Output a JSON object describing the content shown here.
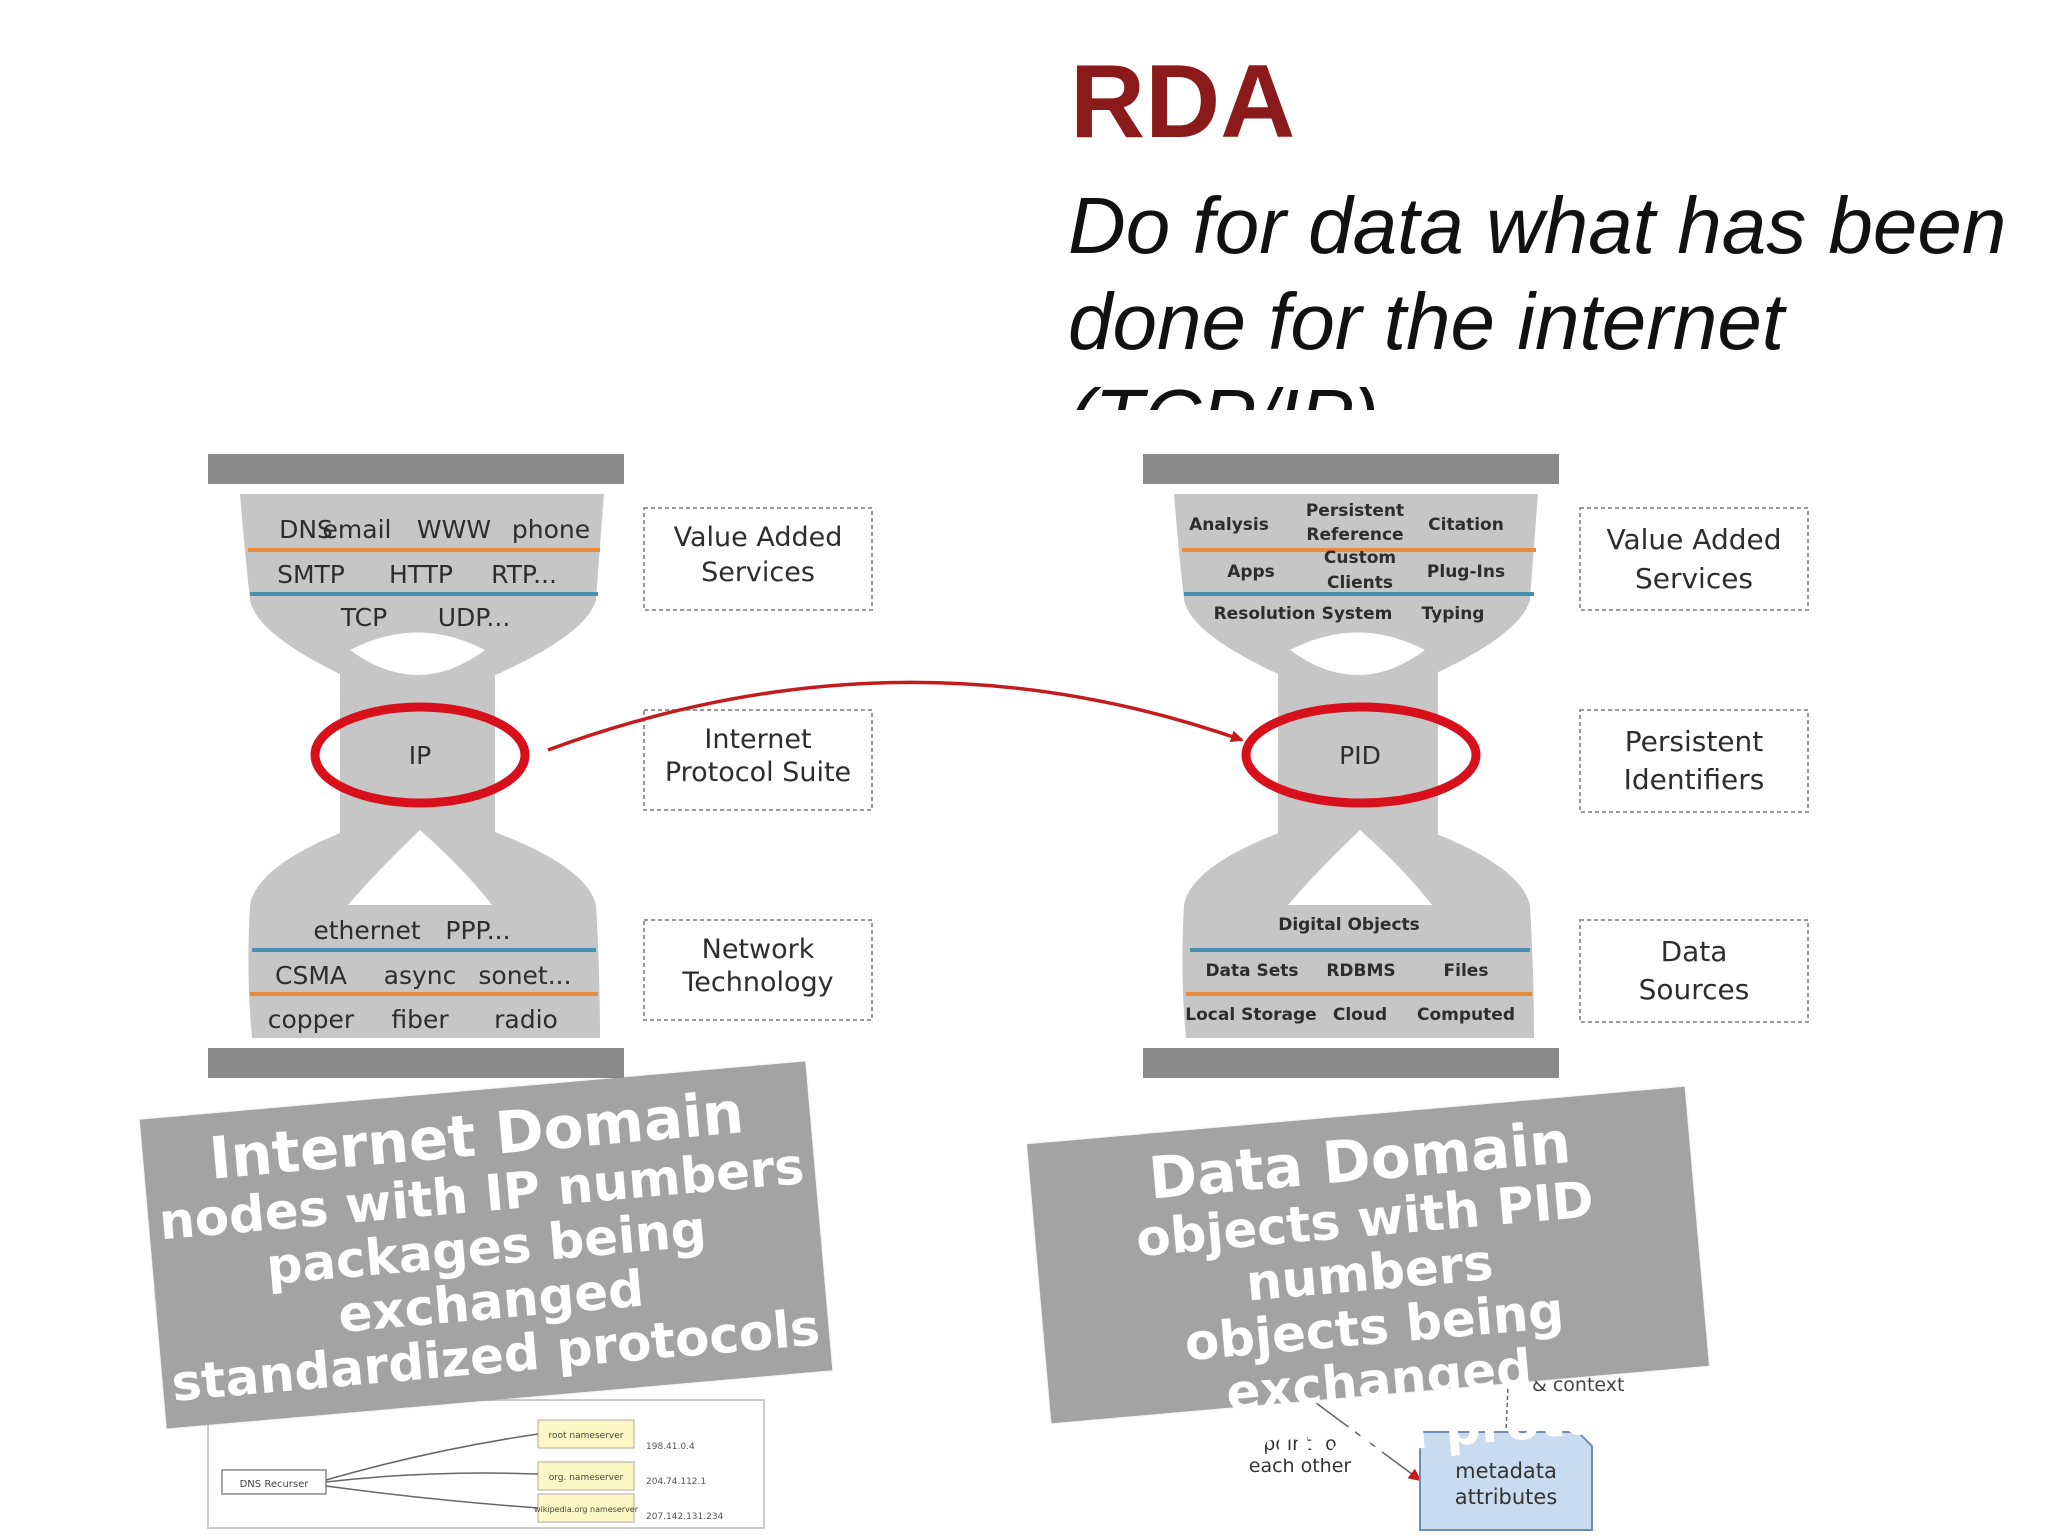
{
  "title": "RDA",
  "subtitle": "Do for data what has been done for the internet (TCP/IP)",
  "colors": {
    "title": "#8b1a1a",
    "hourglass_gray": "#c6c6c6",
    "highlight_ring": "#d8101c",
    "orange_line": "#e98a3c",
    "blue_line": "#4a8fb0",
    "callout_gray": "#a3a3a3",
    "metadata_box": "#c9dcef"
  },
  "left_diagram": {
    "top_rows": [
      [
        "DNS",
        "email",
        "WWW",
        "phone"
      ],
      [
        "SMTP",
        "HTTP",
        "RTP..."
      ],
      [
        "TCP",
        "UDP..."
      ]
    ],
    "waist_label": "IP",
    "bottom_rows": [
      [
        "ethernet",
        "PPP..."
      ],
      [
        "CSMA",
        "async",
        "sonet..."
      ],
      [
        "copper",
        "fiber",
        "radio"
      ]
    ],
    "side_boxes": [
      [
        "Value Added",
        "Services"
      ],
      [
        "Internet",
        "Protocol Suite"
      ],
      [
        "Network",
        "Technology"
      ]
    ],
    "dns_snippet": {
      "recurser": "DNS Recurser",
      "servers": [
        "root nameserver",
        "org. nameserver",
        "wikipedia.org nameserver"
      ],
      "ips": [
        "198.41.0.4",
        "204.74.112.1",
        "207.142.131.234"
      ]
    }
  },
  "right_diagram": {
    "top_rows": [
      [
        "Analysis",
        "Persistent",
        "Reference",
        "Citation"
      ],
      [
        "Apps",
        "Custom",
        "Clients",
        "Plug-Ins"
      ],
      [
        "Resolution System",
        "Typing"
      ]
    ],
    "waist_label": "PID",
    "bottom_rows": [
      [
        "Digital Objects"
      ],
      [
        "Data Sets",
        "RDBMS",
        "Files"
      ],
      [
        "Local Storage",
        "Cloud",
        "Computed"
      ]
    ],
    "side_boxes": [
      [
        "Value Added",
        "Services"
      ],
      [
        "Persistent",
        "Identifiers"
      ],
      [
        "Data",
        "Sources"
      ]
    ],
    "bottom_labels": {
      "context": "& context",
      "point_to": [
        "point to",
        "each other"
      ],
      "metadata": [
        "metadata",
        "attributes"
      ]
    }
  },
  "callouts": {
    "left": [
      "Internet Domain",
      "nodes with IP numbers",
      "packages being",
      "exchanged",
      "standardized protocols"
    ],
    "right": [
      "Data Domain",
      "objects with PID numbers",
      "objects being exchanged",
      "standardized protocols"
    ]
  }
}
